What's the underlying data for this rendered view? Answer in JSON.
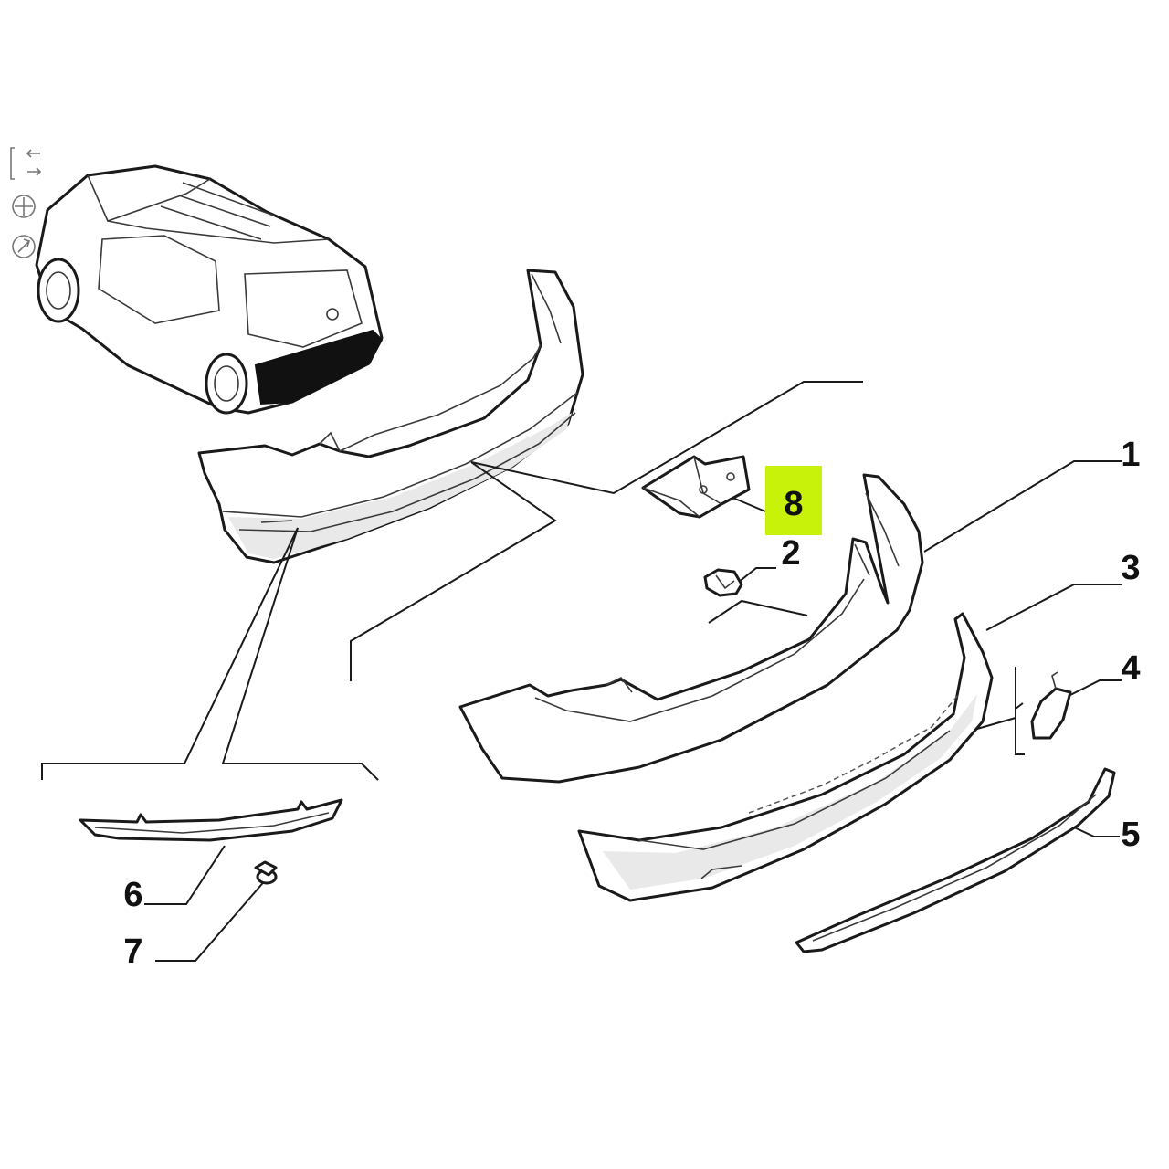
{
  "callouts": {
    "c1": "1",
    "c2": "2",
    "c3": "3",
    "c4": "4",
    "c5": "5",
    "c6": "6",
    "c7": "7",
    "c8": "8"
  },
  "highlight_color": "#c8f20a",
  "highlighted_callout": "8",
  "tool_icons": [
    "direction-arrows-icon",
    "move-crosshair-icon",
    "rotate-icon"
  ]
}
